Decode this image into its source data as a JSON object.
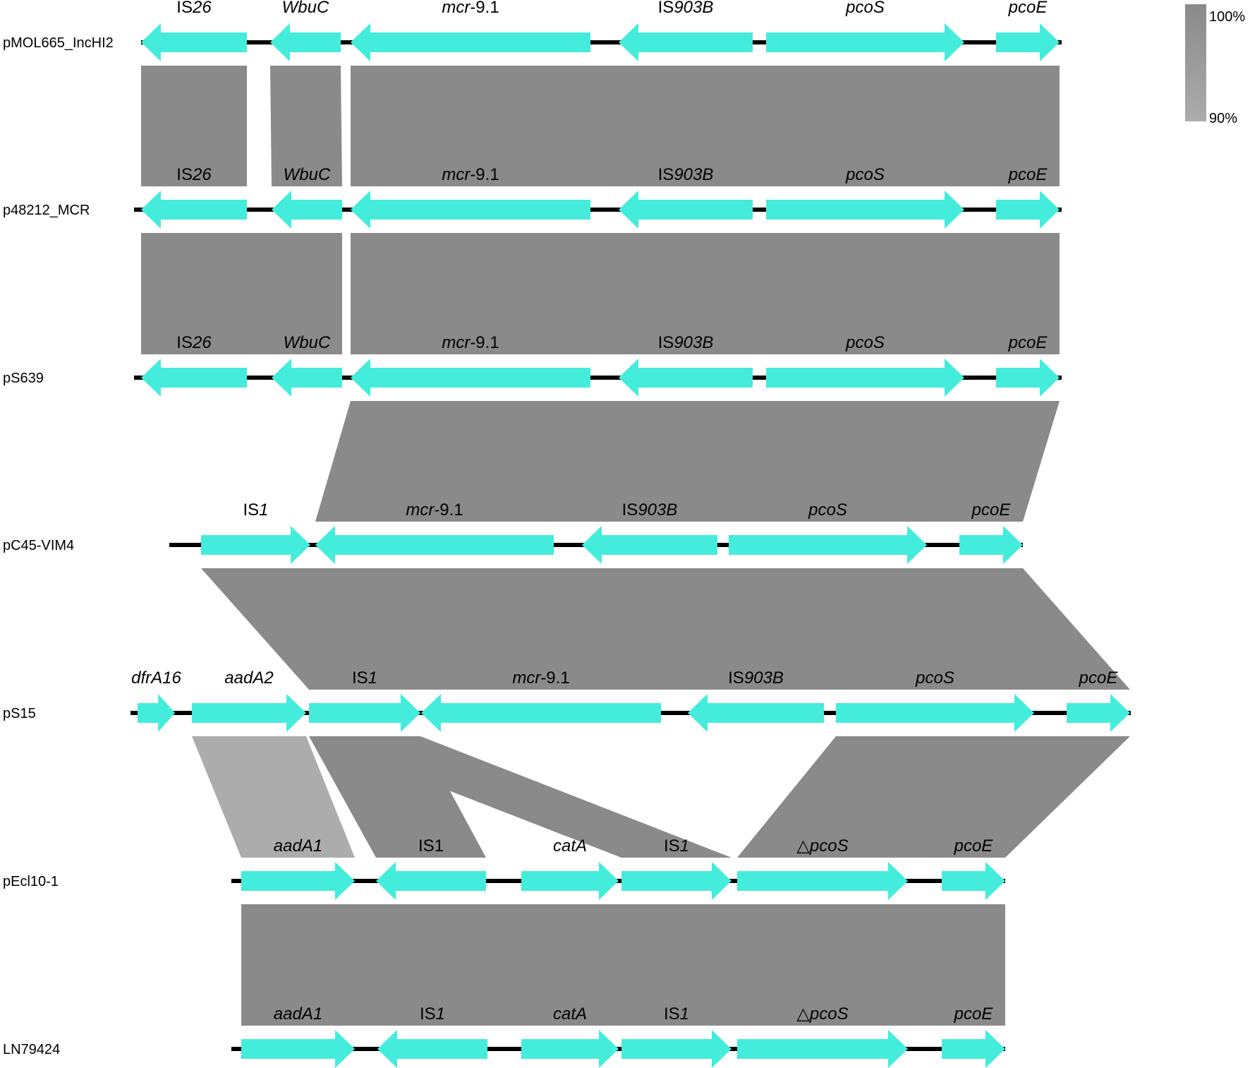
{
  "colors": {
    "gene": "#44ecdc",
    "backbone": "#000000",
    "identity_high": "#8a8a8a",
    "identity_low": "#acacac",
    "background": "#ffffff"
  },
  "legend": {
    "max_label": "100%",
    "min_label": "90%",
    "max_value": 100,
    "min_value": 90
  },
  "tracks": [
    {
      "name": "pMOL665_IncHI2",
      "genes": [
        {
          "parts": [
            {
              "t": "IS",
              "i": false
            },
            {
              "t": "26",
              "i": true
            }
          ],
          "dir": -1
        },
        {
          "parts": [
            {
              "t": "WbuC",
              "i": true
            }
          ],
          "dir": -1
        },
        {
          "parts": [
            {
              "t": "mcr",
              "i": true
            },
            {
              "t": "-9.1",
              "i": false
            }
          ],
          "dir": -1
        },
        {
          "parts": [
            {
              "t": "IS",
              "i": false
            },
            {
              "t": "903B",
              "i": true
            }
          ],
          "dir": -1
        },
        {
          "parts": [
            {
              "t": "pcoS",
              "i": true
            }
          ],
          "dir": 1
        },
        {
          "parts": [
            {
              "t": "pcoE",
              "i": true
            }
          ],
          "dir": 1
        }
      ]
    },
    {
      "name": "p48212_MCR",
      "genes": [
        {
          "parts": [
            {
              "t": "IS",
              "i": false
            },
            {
              "t": "26",
              "i": true
            }
          ],
          "dir": -1
        },
        {
          "parts": [
            {
              "t": "WbuC",
              "i": true
            }
          ],
          "dir": -1
        },
        {
          "parts": [
            {
              "t": "mcr",
              "i": true
            },
            {
              "t": "-9.1",
              "i": false
            }
          ],
          "dir": -1
        },
        {
          "parts": [
            {
              "t": "IS",
              "i": false
            },
            {
              "t": "903B",
              "i": true
            }
          ],
          "dir": -1
        },
        {
          "parts": [
            {
              "t": "pcoS",
              "i": true
            }
          ],
          "dir": 1
        },
        {
          "parts": [
            {
              "t": "pcoE",
              "i": true
            }
          ],
          "dir": 1
        }
      ]
    },
    {
      "name": "pS639",
      "genes": [
        {
          "parts": [
            {
              "t": "IS",
              "i": false
            },
            {
              "t": "26",
              "i": true
            }
          ],
          "dir": -1
        },
        {
          "parts": [
            {
              "t": "WbuC",
              "i": true
            }
          ],
          "dir": -1
        },
        {
          "parts": [
            {
              "t": "mcr",
              "i": true
            },
            {
              "t": "-9.1",
              "i": false
            }
          ],
          "dir": -1
        },
        {
          "parts": [
            {
              "t": "IS",
              "i": false
            },
            {
              "t": "903B",
              "i": true
            }
          ],
          "dir": -1
        },
        {
          "parts": [
            {
              "t": "pcoS",
              "i": true
            }
          ],
          "dir": 1
        },
        {
          "parts": [
            {
              "t": "pcoE",
              "i": true
            }
          ],
          "dir": 1
        }
      ]
    },
    {
      "name": "pC45-VIM4",
      "genes": [
        {
          "parts": [
            {
              "t": "IS",
              "i": false
            },
            {
              "t": "1",
              "i": true
            }
          ],
          "dir": 1
        },
        {
          "parts": [
            {
              "t": "mcr",
              "i": true
            },
            {
              "t": "-9.1",
              "i": false
            }
          ],
          "dir": -1
        },
        {
          "parts": [
            {
              "t": "IS",
              "i": false
            },
            {
              "t": "903B",
              "i": true
            }
          ],
          "dir": -1
        },
        {
          "parts": [
            {
              "t": "pcoS",
              "i": true
            }
          ],
          "dir": 1
        },
        {
          "parts": [
            {
              "t": "pcoE",
              "i": true
            }
          ],
          "dir": 1
        }
      ]
    },
    {
      "name": "pS15",
      "genes": [
        {
          "parts": [
            {
              "t": "dfrA16",
              "i": true
            }
          ],
          "dir": 1
        },
        {
          "parts": [
            {
              "t": "aadA2",
              "i": true
            }
          ],
          "dir": 1
        },
        {
          "parts": [
            {
              "t": "IS",
              "i": false
            },
            {
              "t": "1",
              "i": true
            }
          ],
          "dir": 1
        },
        {
          "parts": [
            {
              "t": "mcr",
              "i": true
            },
            {
              "t": "-9.1",
              "i": false
            }
          ],
          "dir": -1
        },
        {
          "parts": [
            {
              "t": "IS",
              "i": false
            },
            {
              "t": "903B",
              "i": true
            }
          ],
          "dir": -1
        },
        {
          "parts": [
            {
              "t": "pcoS",
              "i": true
            }
          ],
          "dir": 1
        },
        {
          "parts": [
            {
              "t": "pcoE",
              "i": true
            }
          ],
          "dir": 1
        }
      ]
    },
    {
      "name": "pEcl10-1",
      "genes": [
        {
          "parts": [
            {
              "t": "aadA1",
              "i": true
            }
          ],
          "dir": 1
        },
        {
          "parts": [
            {
              "t": "IS",
              "i": false
            },
            {
              "t": "1",
              "i": false
            }
          ],
          "dir": -1
        },
        {
          "parts": [
            {
              "t": "catA",
              "i": true
            }
          ],
          "dir": 1
        },
        {
          "parts": [
            {
              "t": "IS",
              "i": false
            },
            {
              "t": "1",
              "i": true
            }
          ],
          "dir": 1
        },
        {
          "parts": [
            {
              "t": "△",
              "i": false
            },
            {
              "t": "pcoS",
              "i": true
            }
          ],
          "dir": 1
        },
        {
          "parts": [
            {
              "t": "pcoE",
              "i": true
            }
          ],
          "dir": 1
        }
      ]
    },
    {
      "name": "LN79424",
      "genes": [
        {
          "parts": [
            {
              "t": "aadA1",
              "i": true
            }
          ],
          "dir": 1
        },
        {
          "parts": [
            {
              "t": "IS",
              "i": false
            },
            {
              "t": "1",
              "i": true
            }
          ],
          "dir": -1
        },
        {
          "parts": [
            {
              "t": "catA",
              "i": true
            }
          ],
          "dir": 1
        },
        {
          "parts": [
            {
              "t": "IS",
              "i": false
            },
            {
              "t": "1",
              "i": true
            }
          ],
          "dir": 1
        },
        {
          "parts": [
            {
              "t": "△",
              "i": false
            },
            {
              "t": "pcoS",
              "i": true
            }
          ],
          "dir": 1
        },
        {
          "parts": [
            {
              "t": "pcoE",
              "i": true
            }
          ],
          "dir": 1
        }
      ]
    }
  ],
  "alignments": [
    {
      "from": 0,
      "to": 1,
      "level": "high",
      "fromGenes": [
        0,
        0
      ],
      "toGenes": [
        0,
        0
      ]
    },
    {
      "from": 0,
      "to": 1,
      "level": "high",
      "fromGenes": [
        1,
        1
      ],
      "toGenes": [
        1,
        1
      ]
    },
    {
      "from": 0,
      "to": 1,
      "level": "high",
      "fromGenes": [
        2,
        5
      ],
      "toGenes": [
        2,
        5
      ]
    },
    {
      "from": 1,
      "to": 2,
      "level": "high",
      "fromGenes": [
        0,
        1
      ],
      "toGenes": [
        0,
        1
      ]
    },
    {
      "from": 1,
      "to": 2,
      "level": "high",
      "fromGenes": [
        2,
        5
      ],
      "toGenes": [
        2,
        5
      ]
    },
    {
      "from": 2,
      "to": 3,
      "level": "high",
      "fromGenes": [
        2,
        5
      ],
      "toGenes": [
        1,
        4
      ]
    },
    {
      "from": 3,
      "to": 4,
      "level": "high",
      "fromGenes": [
        0,
        4
      ],
      "toGenes": [
        2,
        6
      ]
    },
    {
      "from": 4,
      "to": 5,
      "level": "low",
      "fromGenes": [
        1,
        1
      ],
      "toGenes": [
        0,
        0
      ]
    },
    {
      "from": 4,
      "to": 5,
      "level": "high",
      "fromGenes": [
        2,
        2
      ],
      "toGenes": [
        1,
        1
      ]
    },
    {
      "from": 4,
      "to": 5,
      "level": "high",
      "fromGenes": [
        2,
        2
      ],
      "toGenes": [
        3,
        3
      ]
    },
    {
      "from": 4,
      "to": 5,
      "level": "high",
      "fromGenes": [
        5,
        6
      ],
      "toGenes": [
        4,
        5
      ]
    },
    {
      "from": 5,
      "to": 6,
      "level": "high",
      "fromGenes": [
        0,
        5
      ],
      "toGenes": [
        0,
        5
      ]
    }
  ]
}
